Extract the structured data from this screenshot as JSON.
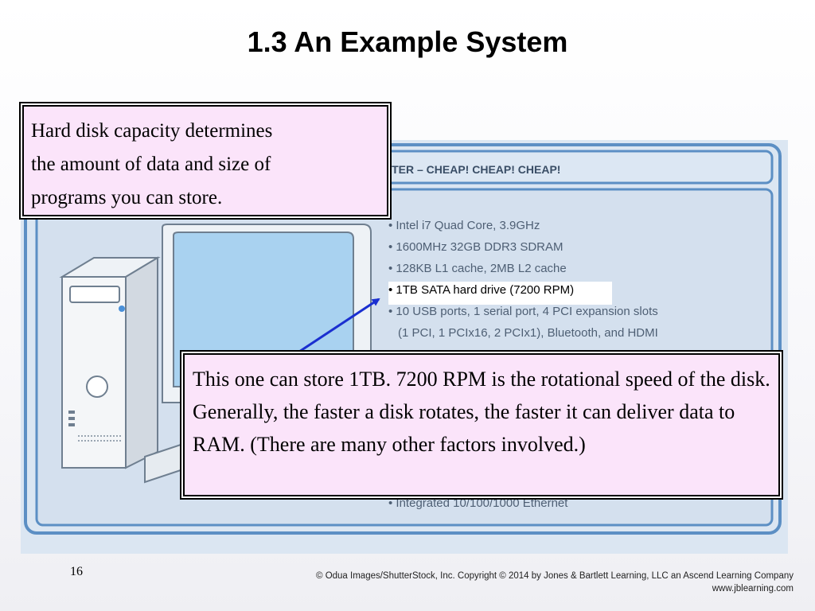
{
  "slide": {
    "title": "1.3 An Example System",
    "page_number": "16"
  },
  "advert": {
    "header": "UTER – CHEAP! CHEAP! CHEAP!",
    "specs": [
      "• Intel i7 Quad Core, 3.9GHz",
      "• 1600MHz 32GB DDR3 SDRAM",
      "• 128KB L1 cache, 2MB L2 cache",
      "• 1TB SATA hard drive (7200 RPM)",
      "• 10 USB ports, 1 serial port, 4 PCI expansion slots",
      "(1 PCI, 1 PCIx16, 2 PCIx1), Bluetooth, and HDMI"
    ],
    "last_spec": "• Integrated 10/100/1000 Ethernet"
  },
  "callouts": {
    "top_lines": [
      "Hard disk capacity determines",
      "the amount of data and size of",
      "programs you can store."
    ],
    "bottom": "This one can store 1TB.  7200 RPM is the rotational speed of the disk.  Generally, the faster a disk rotates, the faster it can deliver data to RAM.  (There are many other factors involved.)"
  },
  "footer": {
    "copyright_line1": "© Odua Images/ShutterStock, Inc. Copyright © 2014 by Jones & Bartlett Learning, LLC an Ascend Learning Company",
    "copyright_line2": "www.jblearning.com"
  },
  "colors": {
    "callout_fill": "#fbe4fa",
    "arrow": "#1a2fd0",
    "illustration_bg": "#dbe6f2",
    "illustration_stroke": "#5c8fc4"
  }
}
